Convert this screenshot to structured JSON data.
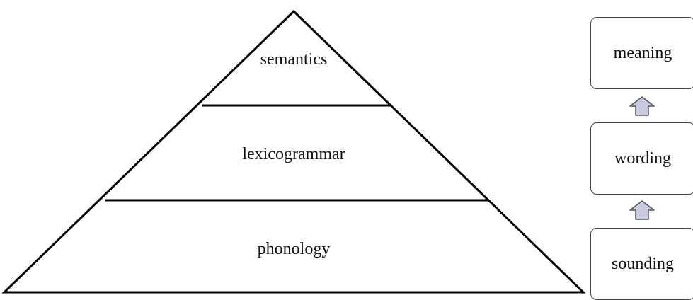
{
  "pyramid": {
    "levels": [
      {
        "label": "semantics"
      },
      {
        "label": "lexicogrammar"
      },
      {
        "label": "phonology"
      }
    ]
  },
  "stack": {
    "boxes": [
      {
        "label": "meaning"
      },
      {
        "label": "wording"
      },
      {
        "label": "sounding"
      }
    ]
  },
  "colors": {
    "line": "#000000",
    "box_border": "#444444",
    "arrow_fill": "#c8cbe0",
    "arrow_stroke": "#555555"
  }
}
